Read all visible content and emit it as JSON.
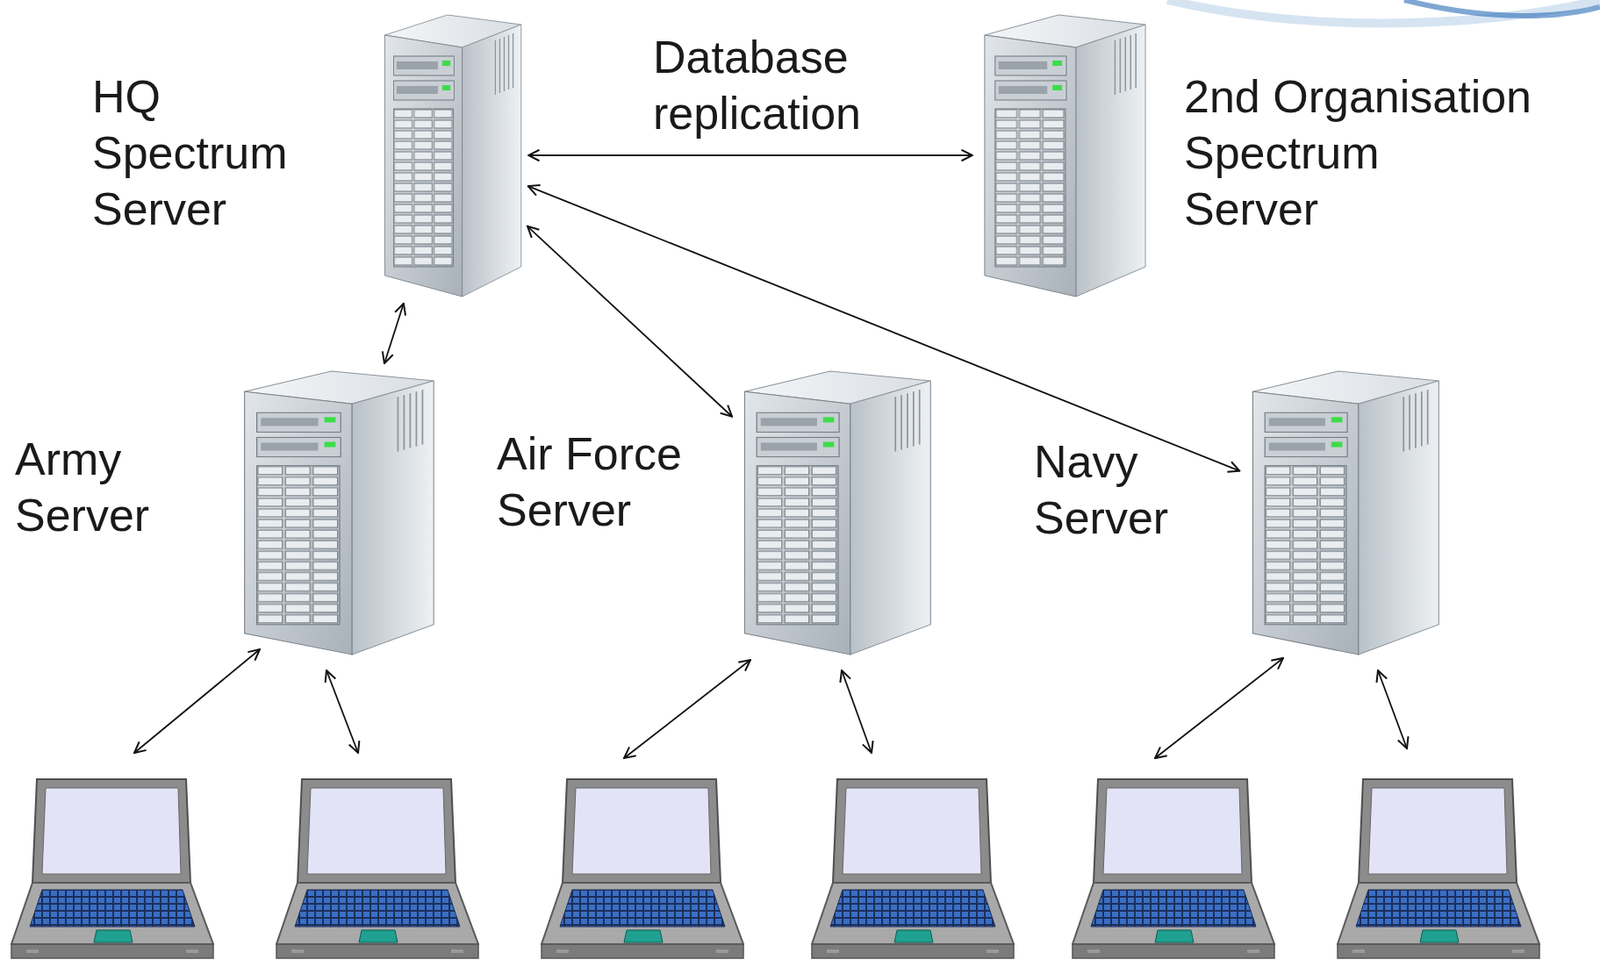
{
  "diagram": {
    "nodes": [
      {
        "text": [
          "HQ Spectrum Server"
        ]
      },
      {
        "text": [
          "2nd Organisation Spectrum Server"
        ]
      },
      {
        "text": [
          "Army Server"
        ]
      },
      {
        "text": [
          "Air Force Server"
        ]
      },
      {
        "text": [
          "Navy Server"
        ]
      }
    ],
    "edges": [
      {
        "from": 0,
        "to": 1,
        "label": "Database replication",
        "arrow": "both"
      },
      {
        "from": 0,
        "to": 2,
        "arrow": "both"
      },
      {
        "from": 0,
        "to": 3,
        "arrow": "both"
      },
      {
        "from": 0,
        "to": 4,
        "arrow": "both"
      }
    ]
  }
}
